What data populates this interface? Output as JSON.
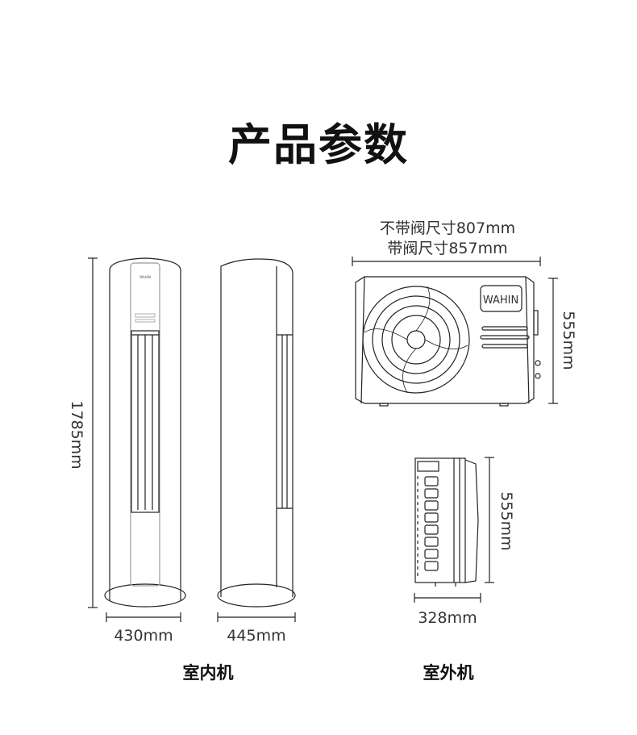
{
  "title": "产品参数",
  "indoor": {
    "height_label": "1785mm",
    "front_width_label": "430mm",
    "side_depth_label": "445mm",
    "caption": "室内机",
    "brand": "WAHIN"
  },
  "outdoor": {
    "width_no_valve_label": "不带阀尺寸807mm",
    "width_with_valve_label": "带阀尺寸857mm",
    "height_label": "555mm",
    "side_height_label": "555mm",
    "depth_label": "328mm",
    "caption": "室外机",
    "brand": "WAHIN"
  }
}
